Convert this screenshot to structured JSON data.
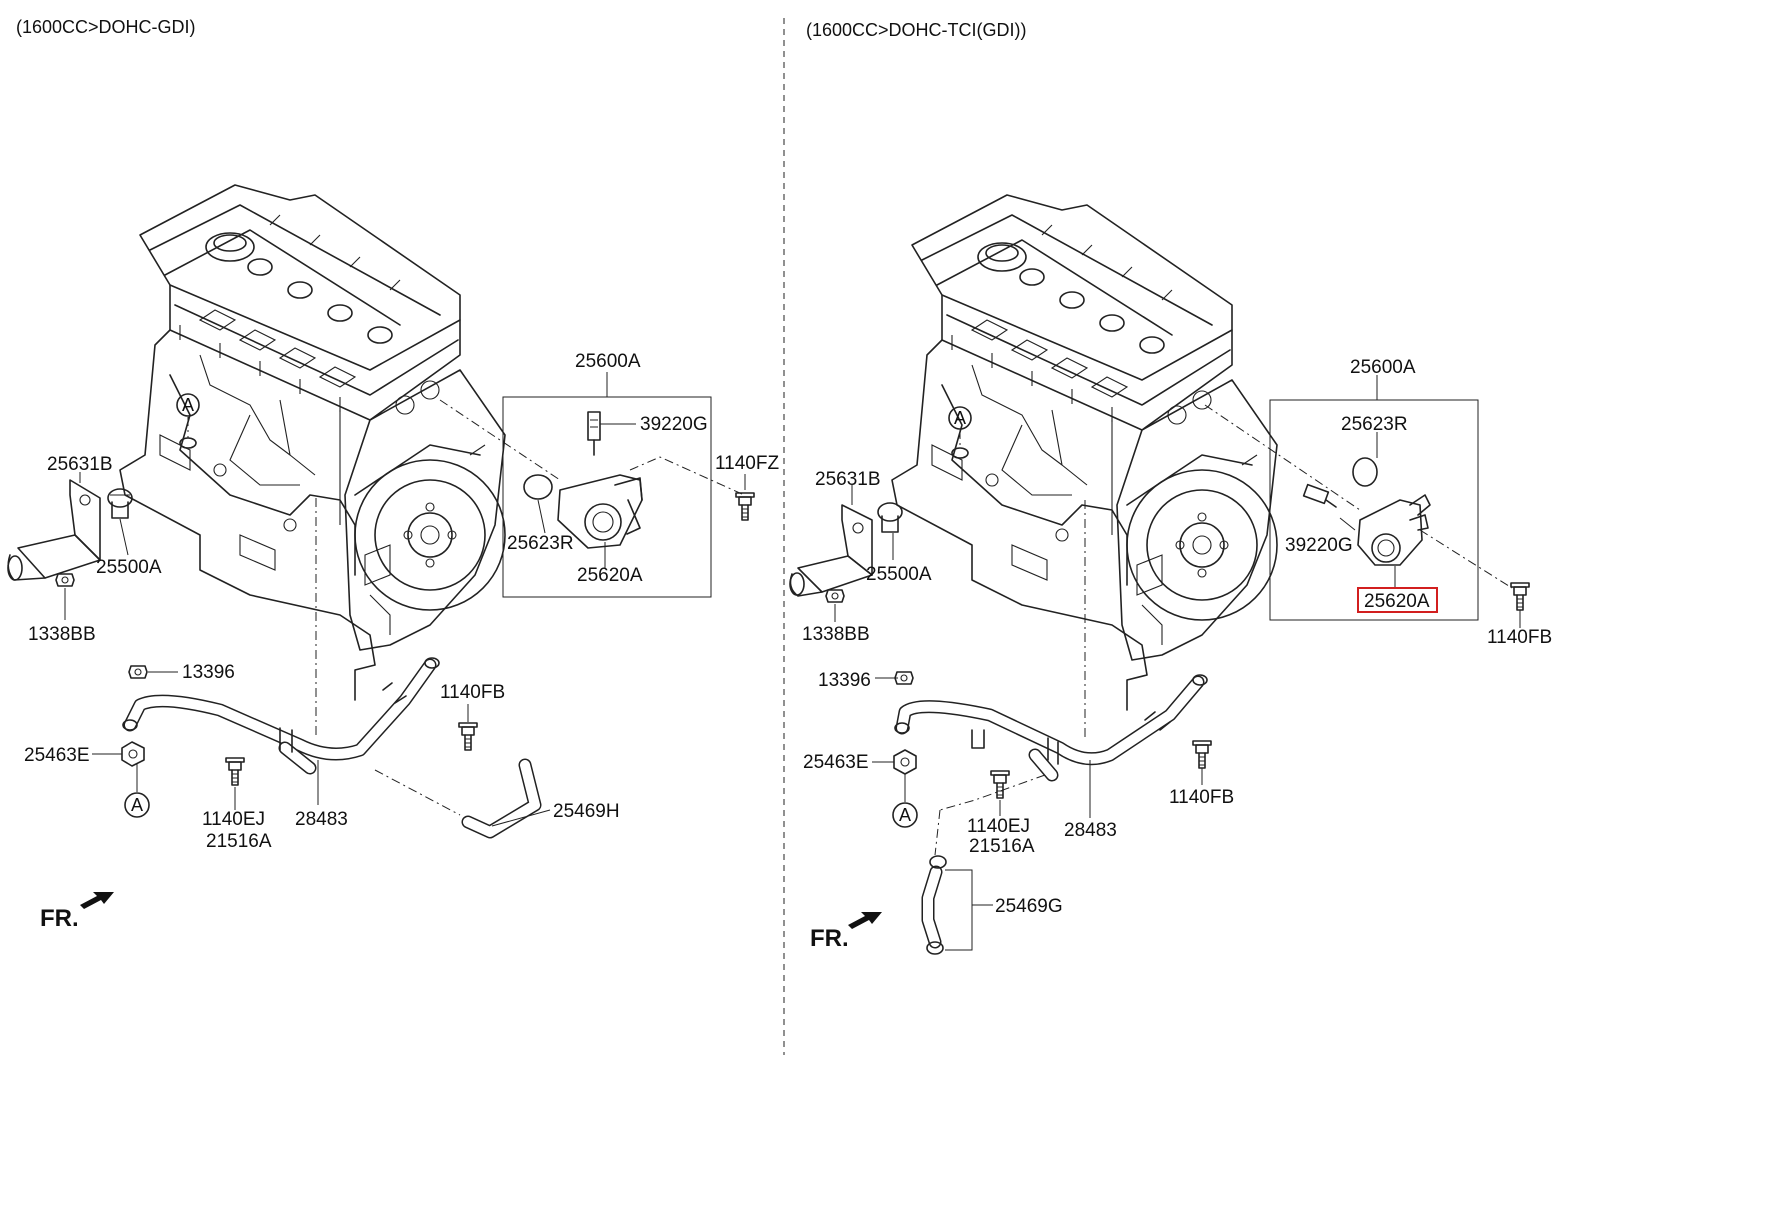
{
  "headers": {
    "left": "(1600CC>DOHC-GDI)",
    "right": "(1600CC>DOHC-TCI(GDI))"
  },
  "left": {
    "p25600A": "25600A",
    "p39220G": "39220G",
    "p1140FZ": "1140FZ",
    "p25623R": "25623R",
    "p25620A": "25620A",
    "p25631B": "25631B",
    "p25500A": "25500A",
    "p1338BB": "1338BB",
    "p13396": "13396",
    "p1140FB": "1140FB",
    "p25463E": "25463E",
    "p1140EJ": "1140EJ",
    "p21516A": "21516A",
    "p28483": "28483",
    "p25469H": "25469H",
    "circle_a": "A",
    "circle_a2": "A",
    "fr": "FR."
  },
  "right": {
    "p25600A": "25600A",
    "p25623R": "25623R",
    "p39220G": "39220G",
    "p25620A": "25620A",
    "p1140FB_top": "1140FB",
    "p25631B": "25631B",
    "p25500A": "25500A",
    "p1338BB": "1338BB",
    "p13396": "13396",
    "p25463E": "25463E",
    "p1140EJ": "1140EJ",
    "p21516A": "21516A",
    "p28483": "28483",
    "p1140FB": "1140FB",
    "p25469G": "25469G",
    "circle_a": "A",
    "circle_a2": "A",
    "fr": "FR."
  },
  "colors": {
    "line": "#222222",
    "highlight": "#d21f1f",
    "background": "#ffffff"
  },
  "highlighted_part": "25620A"
}
